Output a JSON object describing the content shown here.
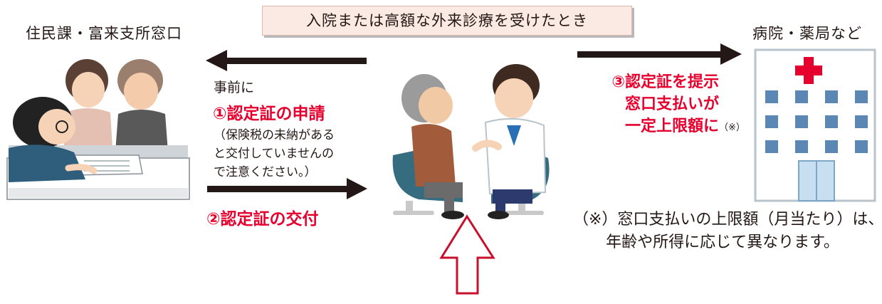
{
  "header": {
    "title": "入院または高額な外来診療を受けたとき"
  },
  "left": {
    "label": "住民課・富来支所窓口"
  },
  "right": {
    "label": "病院・薬局など"
  },
  "steps": {
    "prefix": "事前に",
    "step1": "①認定証の申請",
    "note_lines": [
      "（保険税の未納がある",
      "と交付していませんの",
      "で注意ください。）"
    ],
    "step2": "②認定証の交付",
    "step3_lines": [
      "③認定証を提示",
      "窓口支払いが",
      "一定上限額に"
    ],
    "step3_mark": "（※）"
  },
  "footnote": {
    "lines": [
      "（※）窓口支払いの上限額（月当たり）は、",
      "年齢や所得に応じて異なります。"
    ]
  },
  "colors": {
    "accent_red": "#e6002d",
    "arrow_dark": "#231815",
    "title_fill": "#fbe9e3",
    "up_arrow": "#c8102e"
  },
  "icons": {
    "office": "office-counter-illustration",
    "patient": "patient-doctor-illustration",
    "hospital": "hospital-building-illustration"
  }
}
